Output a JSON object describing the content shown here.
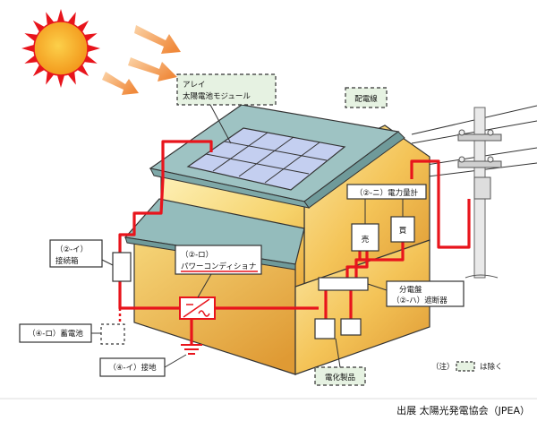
{
  "colors": {
    "wire": "#e8141c",
    "wall_light": "#fbe9a0",
    "wall_mid": "#f3c24f",
    "wall_dark": "#d9962b",
    "roof": "#8fb6b7",
    "panel": "#bcc8ec",
    "dashed_box_fill": "#e6f2e2",
    "sun": "#f7a51a",
    "sun_ray": "#e8141c",
    "ray_arrow": "#f4a05a"
  },
  "labels": {
    "array_line1": "アレイ",
    "array_line2": "太陽電池モジュール",
    "distribution_wire": "配電線",
    "meter_title": "（②-ニ）電力量計",
    "sell": "売",
    "buy": "買",
    "junction_box_line1": "（②-イ）",
    "junction_box_line2": "接続箱",
    "power_conditioner_line1": "（②-ロ）",
    "power_conditioner_line2": "パワーコンディショナ",
    "distribution_board_line1": "分電盤",
    "distribution_board_line2": "（②-ハ）遮断器",
    "storage_battery": "（④-ロ）蓄電池",
    "grounding": "（④-イ）接地",
    "appliances": "電化製品",
    "note_prefix": "（注）",
    "note_suffix": "は除く",
    "source": "出展 太陽光発電協会（JPEA）"
  }
}
